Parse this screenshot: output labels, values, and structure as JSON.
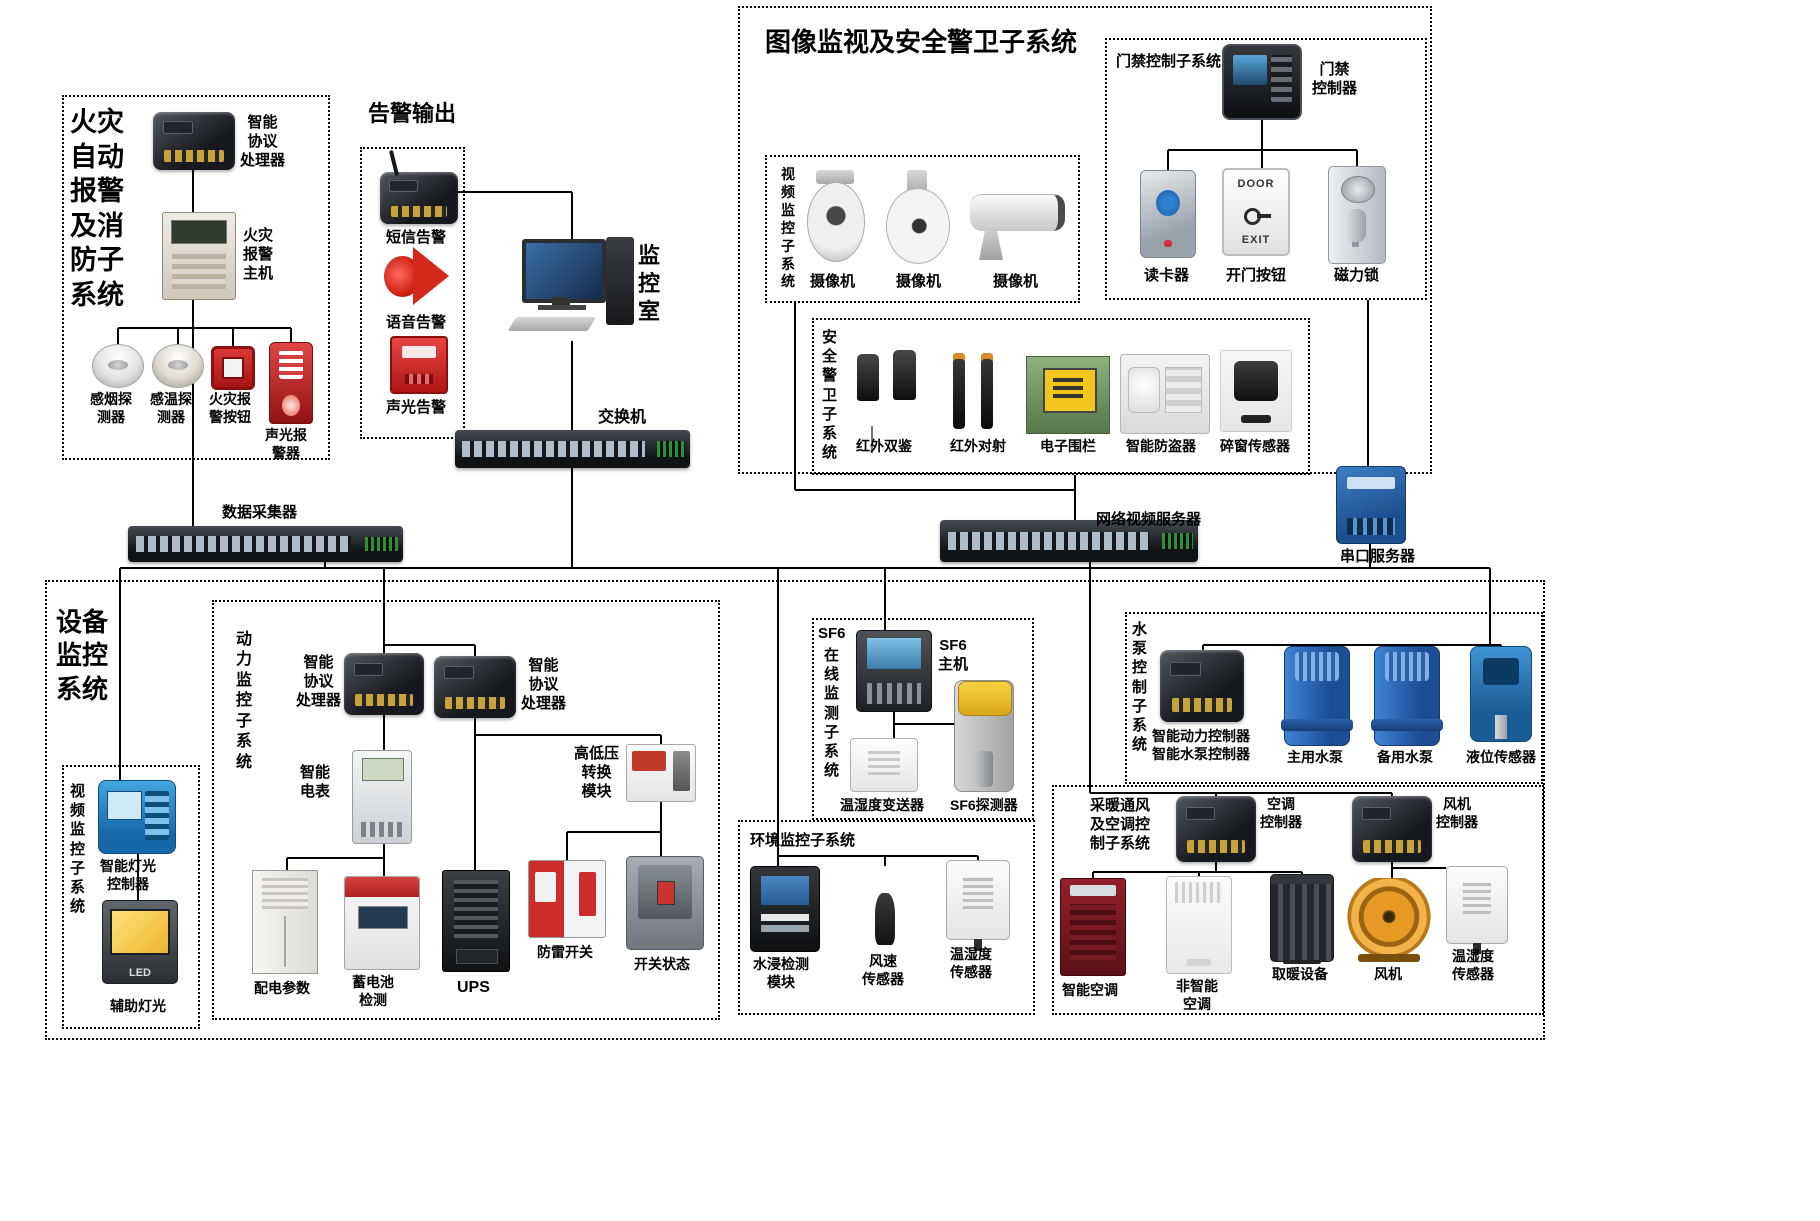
{
  "fire": {
    "title": "火灾\n自动\n报警\n及消\n防子\n系统",
    "processor": "智能\n协议\n处理器",
    "host": "火灾\n报警\n主机",
    "smoke_detector": "感烟探\n测器",
    "heat_detector": "感温探\n测器",
    "alarm_button": "火灾报\n警按钮",
    "sound_light_alarm": "声光报\n警器"
  },
  "alarm_output": {
    "title": "告警输出",
    "sms": "短信告警",
    "voice": "语音告警",
    "sound_light": "声光告警"
  },
  "control_room": {
    "label": "监\n控\n室"
  },
  "core_switch": {
    "label": "交换机"
  },
  "surveillance": {
    "title": "图像监视及安全警卫子系统",
    "video": {
      "title": "视\n频\n监\n控\n子\n系\n统",
      "camera1": "摄像机",
      "camera2": "摄像机",
      "camera3": "摄像机"
    },
    "access": {
      "subsystem_title": "门禁控制子系统",
      "controller": "门禁\n控制器",
      "reader": "读卡器",
      "open_button": "开门按钮",
      "maglock": "磁力锁",
      "door_text": "DOOR",
      "exit_text": "EXIT"
    },
    "guard": {
      "title": "安\n全\n警\n卫\n子\n系\n统",
      "ir_dual": "红外双鉴",
      "ir_beam": "红外对射",
      "e_fence": "电子围栏",
      "burglar": "智能防盗器",
      "window_sensor": "碎窗传感器"
    }
  },
  "collector": {
    "label": "数据采集器"
  },
  "nvr": {
    "label": "网络视频服务器"
  },
  "serial_server": {
    "label": "串口服务器"
  },
  "equipment": {
    "title": "设备\n监控\n系统",
    "power": {
      "title": "动\n力\n监\n控\n子\n系\n统",
      "processor_left": "智能\n协议\n处理器",
      "processor_right": "智能\n协议\n处理器",
      "meter": "智能\n电表",
      "hv_module": "高低压\n转换\n模块",
      "dist_params": "配电参数",
      "battery": "蓄电池\n检测",
      "ups": "UPS",
      "lightning": "防雷开关",
      "switch_status": "开关状态"
    },
    "lighting": {
      "title": "视\n频\n监\n控\n子\n系\n统",
      "controller": "智能灯光\n控制器",
      "led": "LED",
      "aux_light": "辅助灯光"
    },
    "sf6": {
      "prefix": "SF6",
      "title": "在\n线\n监\n测\n子\n系\n统",
      "host": "SF6\n主机",
      "transmitter": "温湿度变送器",
      "detector": "SF6探测器"
    },
    "env": {
      "title": "环境监控子系统",
      "water": "水浸检测\n模块",
      "wind": "风速\n传感器",
      "temp_hum": "温湿度\n传感器"
    },
    "pump": {
      "title": "水\n泵\n控\n制\n子\n系\n统",
      "controller": "智能动力控制器\n智能水泵控制器",
      "main_pump": "主用水泵",
      "backup_pump": "备用水泵",
      "level_sensor": "液位传感器"
    },
    "hvac": {
      "title": "采暖通风\n及空调控\n制子系统",
      "ac_controller": "空调\n控制器",
      "fan_controller": "风机\n控制器",
      "smart_ac": "智能空调",
      "basic_ac": "非智能\n空调",
      "heater": "取暖设备",
      "fan": "风机",
      "temp_hum": "温湿度\n传感器"
    }
  }
}
